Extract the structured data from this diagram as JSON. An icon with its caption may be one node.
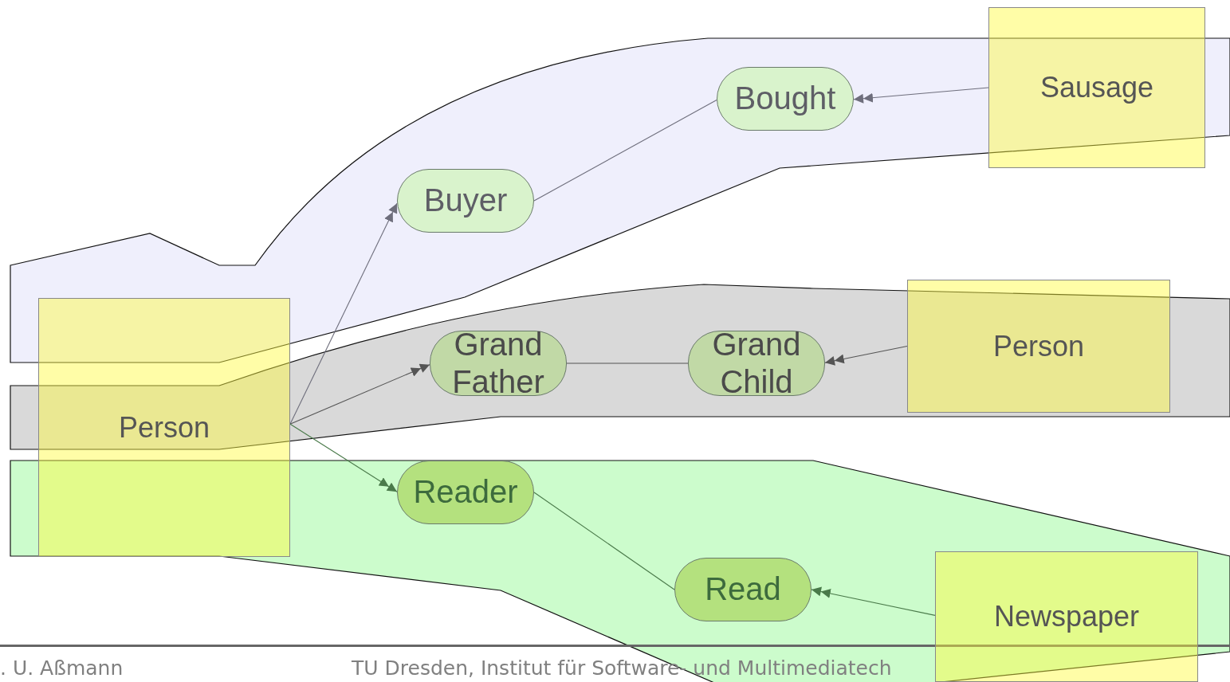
{
  "diagram": {
    "nodes": [
      {
        "text": [],
        "shape": "band"
      },
      {
        "text": [],
        "shape": "band"
      },
      {
        "text": [],
        "shape": "band"
      },
      {
        "text": [
          "Person"
        ]
      },
      {
        "text": [
          "Buyer"
        ],
        "in": 0
      },
      {
        "text": [
          "Bought"
        ],
        "in": 0
      },
      {
        "text": [
          "Sausage"
        ]
      },
      {
        "text": [
          "Grand Father"
        ],
        "in": 1
      },
      {
        "text": [
          "Grand Child"
        ],
        "in": 1
      },
      {
        "text": [
          "Person"
        ],
        "in": 1
      },
      {
        "text": [
          "Reader"
        ],
        "in": 2
      },
      {
        "text": [
          "Read"
        ],
        "in": 2
      },
      {
        "text": [
          "Newspaper"
        ],
        "in": 2
      }
    ],
    "edges": [
      {
        "from": 3,
        "to": 4,
        "arrow": "to",
        "color": "#6e6e7c"
      },
      {
        "from": 3,
        "to": 7,
        "arrow": "to",
        "color": "#555555"
      },
      {
        "from": 3,
        "to": 10,
        "arrow": "to",
        "color": "#4a7a4a"
      },
      {
        "from": 4,
        "to": 5,
        "arrow": "none",
        "color": "#6e6e7c"
      },
      {
        "from": 6,
        "to": 5,
        "arrow": "to",
        "color": "#6e6e7c"
      },
      {
        "from": 7,
        "to": 8,
        "arrow": "none",
        "color": "#555555"
      },
      {
        "from": 9,
        "to": 8,
        "arrow": "to",
        "color": "#555555"
      },
      {
        "from": 10,
        "to": 11,
        "arrow": "none",
        "color": "#4a7a4a"
      },
      {
        "from": 12,
        "to": 11,
        "arrow": "to",
        "color": "#4a7a4a"
      }
    ],
    "labels": [
      ". U. Aßmann",
      "TU Dresden, Institut für Software- und Multimediatech"
    ]
  }
}
